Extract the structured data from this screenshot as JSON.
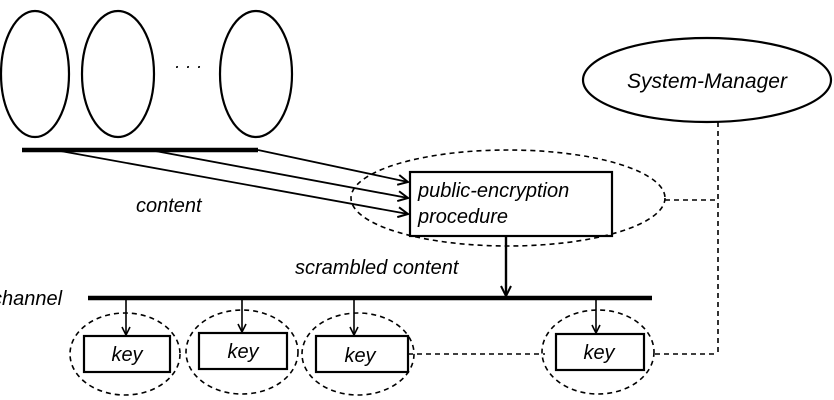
{
  "diagram": {
    "ellipsis": "· · ·",
    "system_manager": "System-Manager",
    "content_label": "content",
    "encryption_box": {
      "line1": "public-encryption",
      "line2": "procedure"
    },
    "scrambled_label": "scrambled content",
    "channel_label": "channel",
    "keys": [
      "key",
      "key",
      "key",
      "key"
    ]
  }
}
